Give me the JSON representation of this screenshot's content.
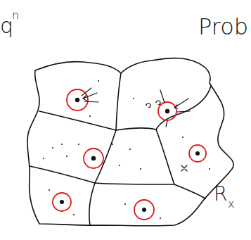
{
  "diagram": {
    "labels": [
      "q",
      "n",
      "Prob",
      "R",
      "x"
    ]
  }
}
